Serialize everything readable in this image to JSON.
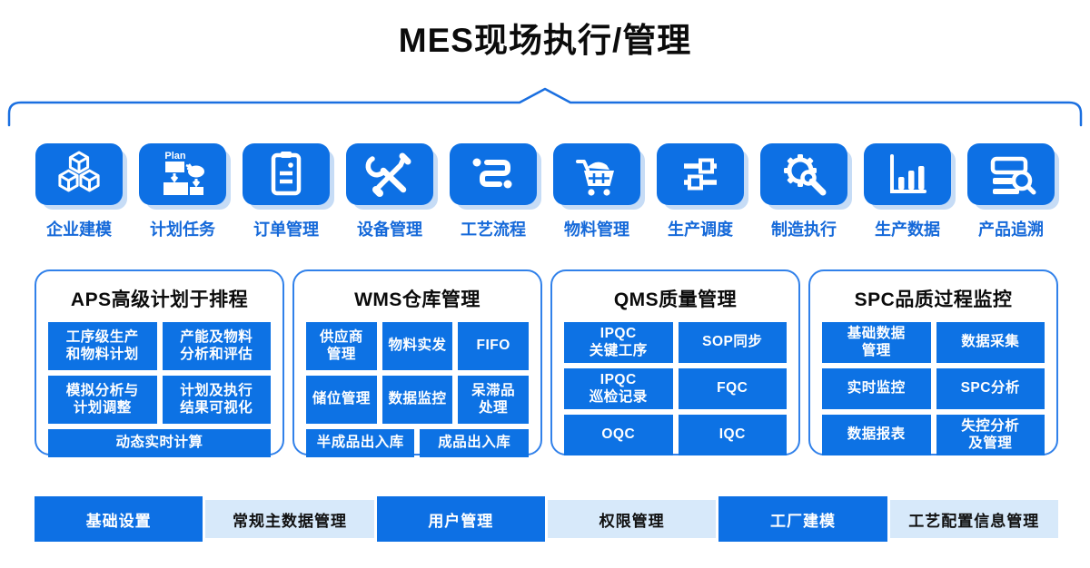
{
  "title": "MES现场执行/管理",
  "colors": {
    "tile_blue": "#0d70e4",
    "cell_blue": "#0d72e4",
    "light_blue": "#d7e9fa",
    "label_blue": "#1569d9",
    "box_border_blue": "#3181ea",
    "brace_blue": "#1a6fe0",
    "title_color": "#0b0b0b"
  },
  "icon_row": [
    {
      "label": "企业建模",
      "icon": "cubes-icon"
    },
    {
      "label": "计划任务",
      "icon": "plan-flowchart-icon",
      "badge": "Plan"
    },
    {
      "label": "订单管理",
      "icon": "clipboard-icon"
    },
    {
      "label": "设备管理",
      "icon": "tools-icon"
    },
    {
      "label": "工艺流程",
      "icon": "process-flow-icon"
    },
    {
      "label": "物料管理",
      "icon": "material-cart-icon"
    },
    {
      "label": "生产调度",
      "icon": "sliders-icon"
    },
    {
      "label": "制造执行",
      "icon": "gear-wrench-icon"
    },
    {
      "label": "生产数据",
      "icon": "bar-chart-icon"
    },
    {
      "label": "产品追溯",
      "icon": "trace-search-icon"
    }
  ],
  "modules": [
    {
      "title": "APS高级计划于排程",
      "rows": [
        [
          "工序级生产\n和物料计划",
          "产能及物料\n分析和评估"
        ],
        [
          "模拟分析与\n计划调整",
          "计划及执行\n结果可视化"
        ],
        [
          "动态实时计算"
        ]
      ]
    },
    {
      "title": "WMS仓库管理",
      "rows": [
        [
          "供应商\n管理",
          "物料实发",
          "FIFO"
        ],
        [
          "储位管理",
          "数据监控",
          "呆滞品\n处理"
        ],
        [
          "半成品出入库",
          "成品出入库"
        ]
      ]
    },
    {
      "title": "QMS质量管理",
      "rows": [
        [
          "IPQC\n关键工序",
          "SOP同步"
        ],
        [
          "IPQC\n巡检记录",
          "FQC"
        ],
        [
          "OQC",
          "IQC"
        ]
      ]
    },
    {
      "title": "SPC品质过程监控",
      "rows": [
        [
          "基础数据\n管理",
          "数据采集"
        ],
        [
          "实时监控",
          "SPC分析"
        ],
        [
          "数据报表",
          "失控分析\n及管理"
        ]
      ]
    }
  ],
  "bottom_bar": [
    {
      "label": "基础设置",
      "variant": "blue"
    },
    {
      "label": "常规主数据管理",
      "variant": "light"
    },
    {
      "label": "用户管理",
      "variant": "blue"
    },
    {
      "label": "权限管理",
      "variant": "light"
    },
    {
      "label": "工厂建模",
      "variant": "blue"
    },
    {
      "label": "工艺配置信息管理",
      "variant": "light"
    }
  ]
}
